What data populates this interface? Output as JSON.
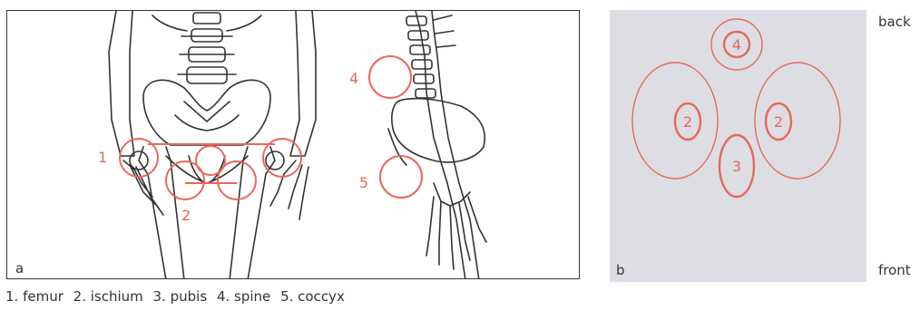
{
  "panel_a": {
    "letter": "a",
    "callouts": {
      "c1": "1",
      "c2": "2",
      "c4": "4",
      "c5": "5"
    }
  },
  "panel_b": {
    "letter": "b",
    "top_label": "back",
    "bottom_label": "front",
    "regions": {
      "spine": "4",
      "ischium_left": "2",
      "ischium_right": "2",
      "pubis": "3"
    }
  },
  "legend": {
    "items": [
      "1. femur",
      "2. ischium",
      "3. pubis",
      "4. spine",
      "5. coccyx"
    ]
  },
  "colors": {
    "accent": "#e8685a",
    "panel_b_bg": "#dcdee3",
    "line": "#333333"
  }
}
